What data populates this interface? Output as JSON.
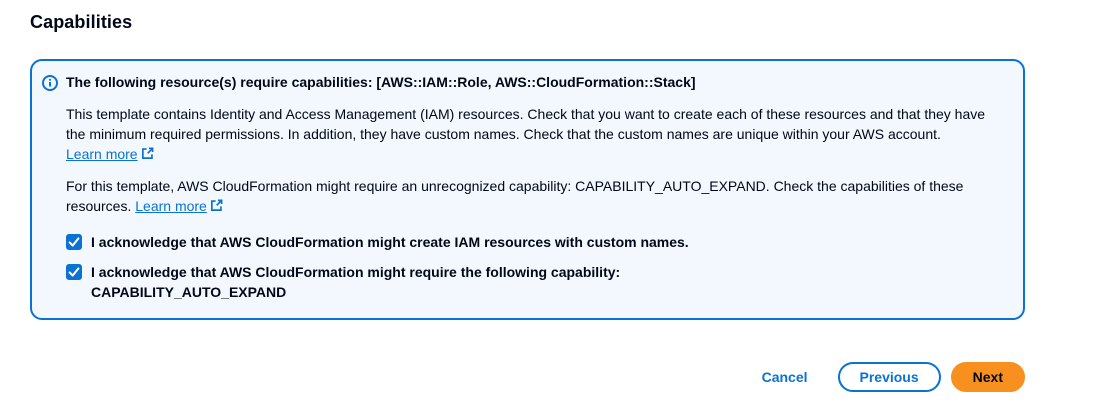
{
  "page": {
    "section_title": "Capabilities"
  },
  "alert": {
    "title": "The following resource(s) require capabilities: [AWS::IAM::Role, AWS::CloudFormation::Stack]",
    "paragraph1": "This template contains Identity and Access Management (IAM) resources. Check that you want to create each of these resources and that they have the minimum required permissions. In addition, they have custom names. Check that the custom names are unique within your AWS account.",
    "paragraph1_link": "Learn more",
    "paragraph2": "For this template, AWS CloudFormation might require an unrecognized capability: CAPABILITY_AUTO_EXPAND. Check the capabilities of these resources.",
    "paragraph2_link": "Learn more",
    "checkbox1": {
      "checked": true,
      "label": "I acknowledge that AWS CloudFormation might create IAM resources with custom names."
    },
    "checkbox2": {
      "checked": true,
      "label_line1": "I acknowledge that AWS CloudFormation might require the following capability:",
      "label_line2": "CAPABILITY_AUTO_EXPAND"
    },
    "icons": {
      "info": "info-icon",
      "external_link": "external-link-icon"
    }
  },
  "actions": {
    "cancel": "Cancel",
    "previous": "Previous",
    "next": "Next"
  },
  "colors": {
    "accent_blue": "#0972d3",
    "alert_bg": "#f2f8fd",
    "alert_border": "#0972d3",
    "next_bg": "#f7901e",
    "text_dark": "#000716"
  }
}
